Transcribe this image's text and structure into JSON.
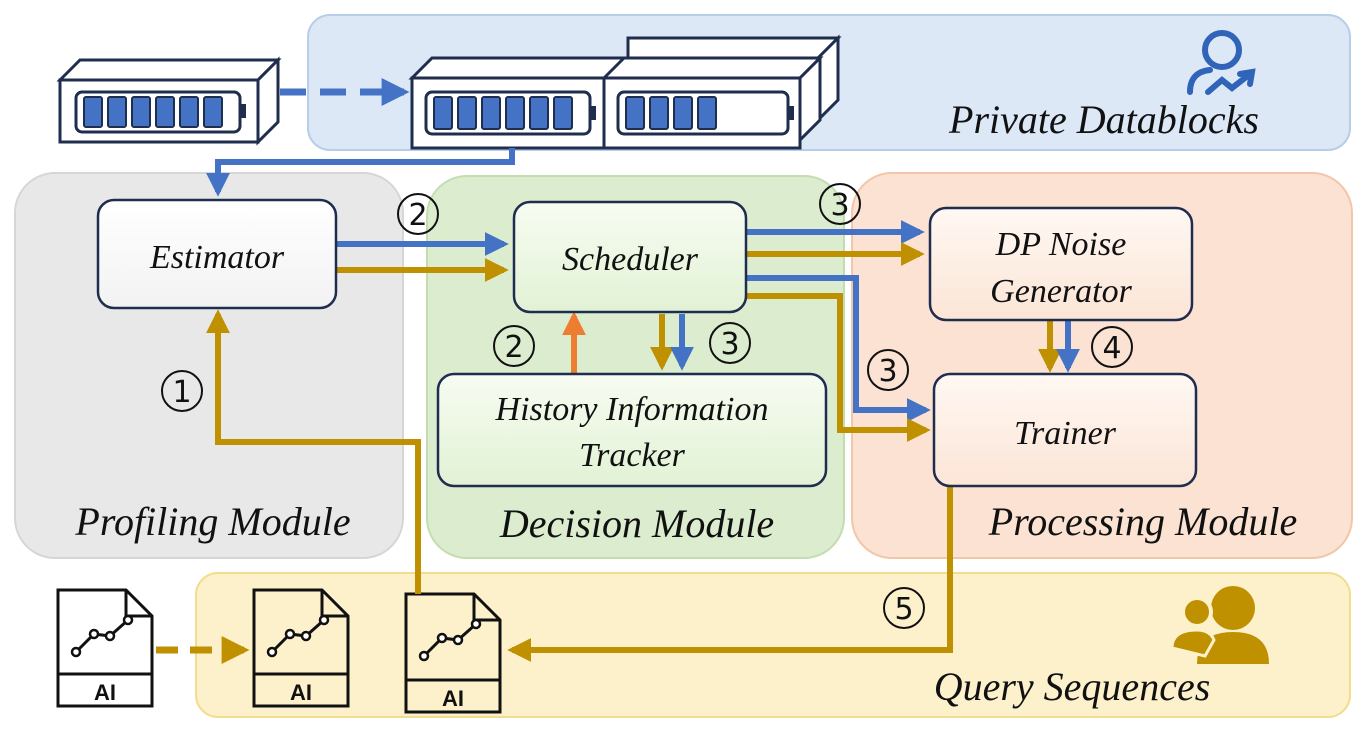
{
  "regions": {
    "private_datablocks": "Private Datablocks",
    "profiling_module": "Profiling Module",
    "decision_module": "Decision Module",
    "processing_module": "Processing Module",
    "query_sequences": "Query Sequences"
  },
  "nodes": {
    "estimator": "Estimator",
    "scheduler": "Scheduler",
    "history_line1": "History Information",
    "history_line2": "Tracker",
    "dp_line1": "DP Noise",
    "dp_line2": "Generator",
    "trainer": "Trainer"
  },
  "step_labels": {
    "s1": "1",
    "s2a": "2",
    "s2b": "2",
    "s3a": "3",
    "s3b": "3",
    "s3c": "3",
    "s4": "4",
    "s5": "5"
  },
  "file_icons": {
    "label": "AI"
  },
  "colors": {
    "blue": "#4472c4",
    "gold": "#bf9000",
    "orange": "#ed7d31",
    "dark_navy": "#1f2d4e",
    "private_bg": "#dce8f6",
    "profiling_bg": "#e8e8e8",
    "decision_bg": "#dceccf",
    "processing_bg": "#fbe2d2",
    "query_bg": "#fdf1cc"
  }
}
